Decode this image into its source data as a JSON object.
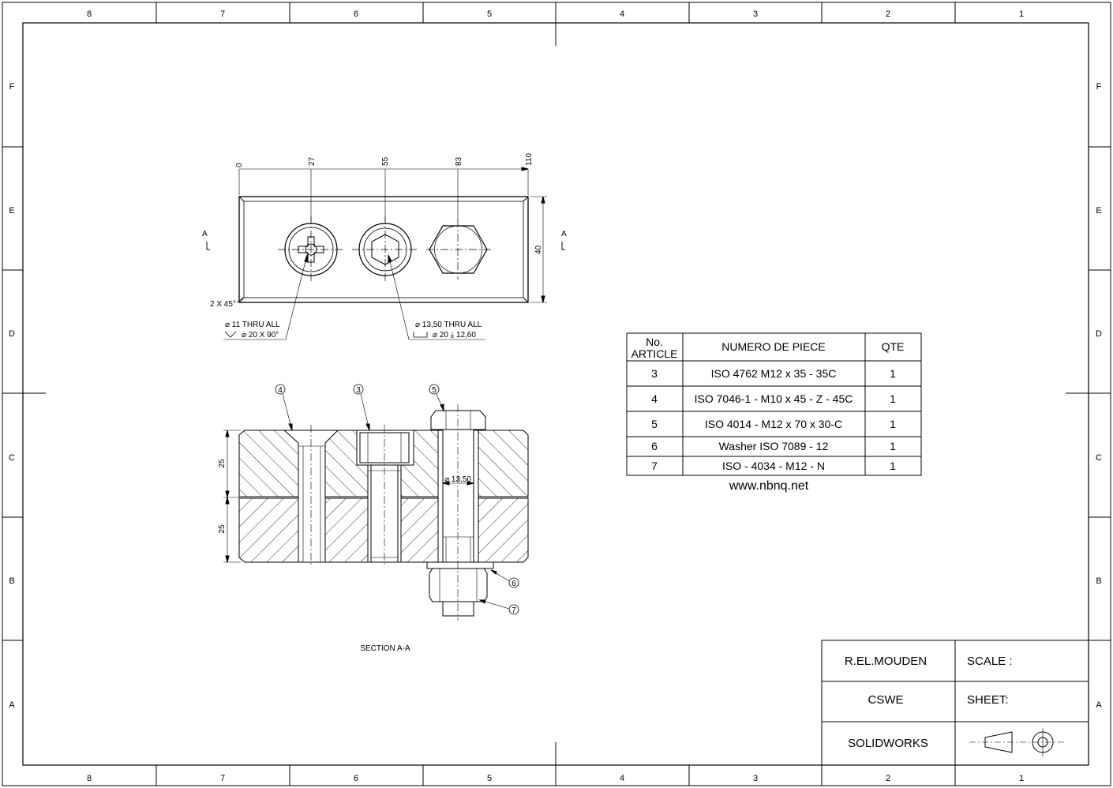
{
  "zones": {
    "columns": [
      "8",
      "7",
      "6",
      "5",
      "4",
      "3",
      "2",
      "1"
    ],
    "rows": [
      "F",
      "E",
      "D",
      "C",
      "B",
      "A"
    ]
  },
  "top_view": {
    "dimensions_horizontal": [
      "0",
      "27",
      "55",
      "83",
      "110"
    ],
    "dimension_height": "40",
    "chamfer_note": "2 X 45°",
    "section_marker": "A",
    "callout_left": {
      "line1": "⌀ 11 THRU ALL",
      "line2": "⌀ 20 X 90°"
    },
    "callout_right": {
      "line1": "⌀ 13,50 THRU ALL",
      "line2": "⌀ 20 ⤓ 12,60"
    }
  },
  "section_view": {
    "title": "SECTION A-A",
    "balloons": [
      "4",
      "3",
      "5",
      "6",
      "7"
    ],
    "dimensions": [
      "25",
      "25"
    ],
    "diameter_note": "⌀ 13,50"
  },
  "bom": {
    "headers": [
      "No. ARTICLE",
      "NUMERO DE PIECE",
      "QTE"
    ],
    "header_article_line1": "No.",
    "header_article_line2": "ARTICLE",
    "rows": [
      {
        "article": "3",
        "part": "ISO 4762 M12 x 35 - 35C",
        "qty": "1"
      },
      {
        "article": "4",
        "part": "ISO 7046-1 - M10 x 45 - Z - 45C",
        "qty": "1"
      },
      {
        "article": "5",
        "part": "ISO 4014 - M12 x 70 x 30-C",
        "qty": "1"
      },
      {
        "article": "6",
        "part": "Washer ISO 7089 - 12",
        "qty": "1"
      },
      {
        "article": "7",
        "part": "ISO - 4034 - M12 - N",
        "qty": "1"
      }
    ]
  },
  "watermark": "www.nbnq.net",
  "title_block": {
    "author": "R.EL.MOUDEN",
    "school": "CSWE",
    "software": "SOLIDWORKS",
    "scale_label": "SCALE :",
    "sheet_label": "SHEET:"
  }
}
